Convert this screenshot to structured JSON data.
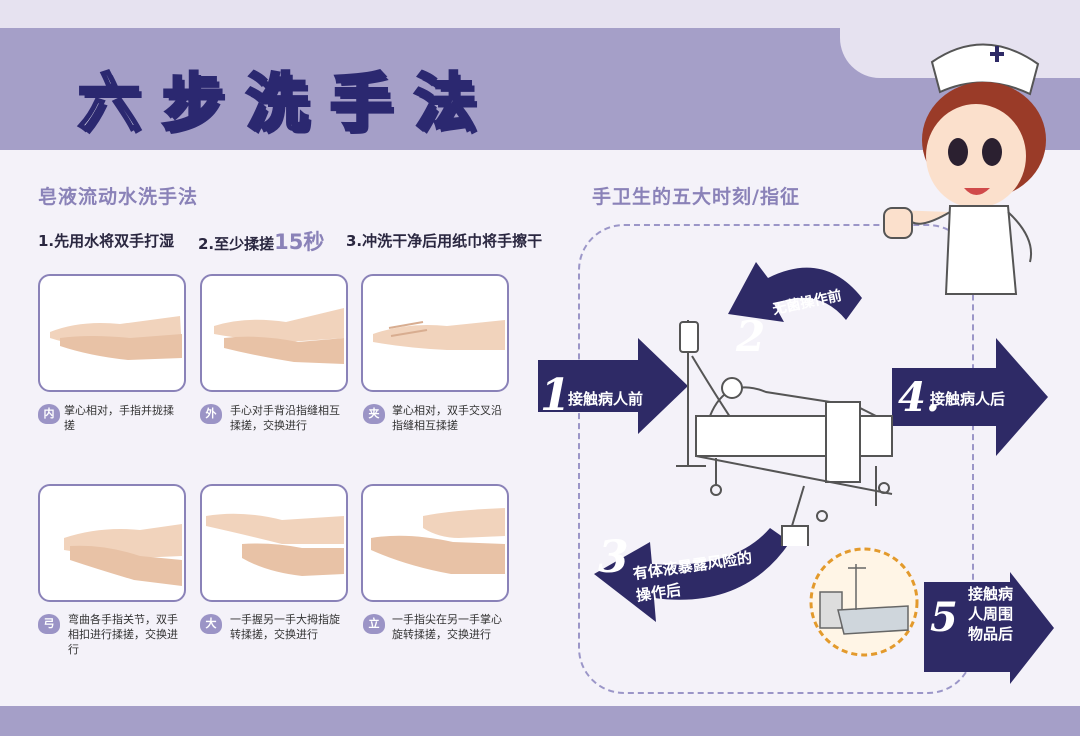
{
  "title": "六步洗手法",
  "left": {
    "heading": "皂液流动水洗手法",
    "steps": [
      {
        "text": "1.先用水将双手打湿",
        "highlight": ""
      },
      {
        "text": "2.至少揉搓",
        "highlight": "15秒"
      },
      {
        "text": "3.冲洗干净后用纸巾将手擦干",
        "highlight": ""
      }
    ],
    "cards": [
      {
        "badge": "内",
        "caption": "掌心相对，手指并拢揉搓"
      },
      {
        "badge": "外",
        "caption": "手心对手背沿指缝相互揉搓，交换进行"
      },
      {
        "badge": "夹",
        "caption": "掌心相对，双手交叉沿指缝相互揉搓"
      },
      {
        "badge": "弓",
        "caption": "弯曲各手指关节，双手相扣进行揉搓，交换进行"
      },
      {
        "badge": "大",
        "caption": "一手握另一手大拇指旋转揉搓，交换进行"
      },
      {
        "badge": "立",
        "caption": "一手指尖在另一手掌心旋转揉搓，交换进行"
      }
    ]
  },
  "right": {
    "heading": "手卫生的五大时刻/指征",
    "moments": [
      {
        "num": "1",
        "label": "接触病人前"
      },
      {
        "num": "2",
        "label": "无菌操作前"
      },
      {
        "num": "3",
        "label": "有体液暴露风险的操作后"
      },
      {
        "num": "4.",
        "label": "接触病人后"
      },
      {
        "num": "5",
        "label": "接触病人周围物品后"
      }
    ]
  },
  "colors": {
    "band": "#a59fc8",
    "accent": "#8a82b8",
    "arrow": "#2e2a66",
    "card_border": "#8a82b8"
  },
  "icons": [
    "nurse-illustration",
    "hospital-bed-illustration",
    "bedside-illustration",
    "hand-illustration"
  ]
}
